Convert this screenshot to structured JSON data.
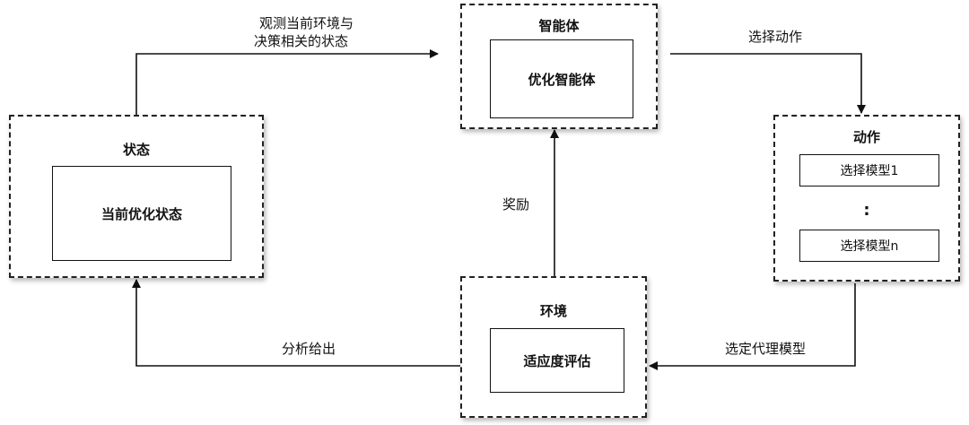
{
  "nodes": {
    "state": {
      "title": "状态",
      "inner": "当前优化状态"
    },
    "agent": {
      "title": "智能体",
      "inner": "优化智能体"
    },
    "action": {
      "title": "动作",
      "items": [
        "选择模型1",
        "选择模型n"
      ],
      "ellipsis": ":"
    },
    "environment": {
      "title": "环境",
      "inner": "适应度评估"
    }
  },
  "edges": {
    "observe_line1": "观测当前环境与",
    "observe_line2": "决策相关的状态",
    "select_action": "选择动作",
    "reward": "奖励",
    "select_surrogate": "选定代理模型",
    "analyze": "分析给出"
  }
}
